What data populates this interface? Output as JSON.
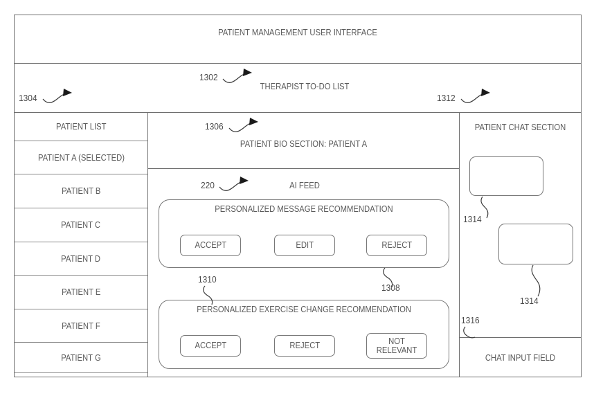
{
  "figure": {
    "title": "PATIENT MANAGEMENT USER INTERFACE",
    "subtitle": "THERAPIST TO-DO LIST"
  },
  "reference_numerals": {
    "ui_root": "1302",
    "patient_list": "1304",
    "patient_bio": "1306",
    "message_recommendation": "1308",
    "exercise_recommendation": "1310",
    "chat_section": "1312",
    "chat_bubble_a": "1314",
    "chat_bubble_b": "1314",
    "chat_input": "1316",
    "ai_feed": "220"
  },
  "patient_list": {
    "header": "PATIENT LIST",
    "items": [
      {
        "label": "PATIENT A (SELECTED)",
        "selected": true
      },
      {
        "label": "PATIENT B",
        "selected": false
      },
      {
        "label": "PATIENT C",
        "selected": false
      },
      {
        "label": "PATIENT D",
        "selected": false
      },
      {
        "label": "PATIENT E",
        "selected": false
      },
      {
        "label": "PATIENT F",
        "selected": false
      },
      {
        "label": "PATIENT G",
        "selected": false
      }
    ]
  },
  "main": {
    "bio_section_title": "PATIENT BIO SECTION: PATIENT A",
    "ai_feed_title": "AI FEED",
    "cards": [
      {
        "title": "PERSONALIZED MESSAGE RECOMMENDATION",
        "buttons": [
          "ACCEPT",
          "EDIT",
          "REJECT"
        ]
      },
      {
        "title": "PERSONALIZED EXERCISE CHANGE RECOMMENDATION",
        "buttons": [
          "ACCEPT",
          "REJECT",
          "NOT RELEVANT"
        ]
      }
    ]
  },
  "chat": {
    "section_title": "PATIENT CHAT SECTION",
    "input_label": "CHAT INPUT FIELD",
    "bubbles": [
      "",
      ""
    ]
  },
  "colors": {
    "line": "#6e6e6e",
    "text": "#5a5a5a",
    "leader": "#3b3b3b",
    "background": "#ffffff"
  }
}
